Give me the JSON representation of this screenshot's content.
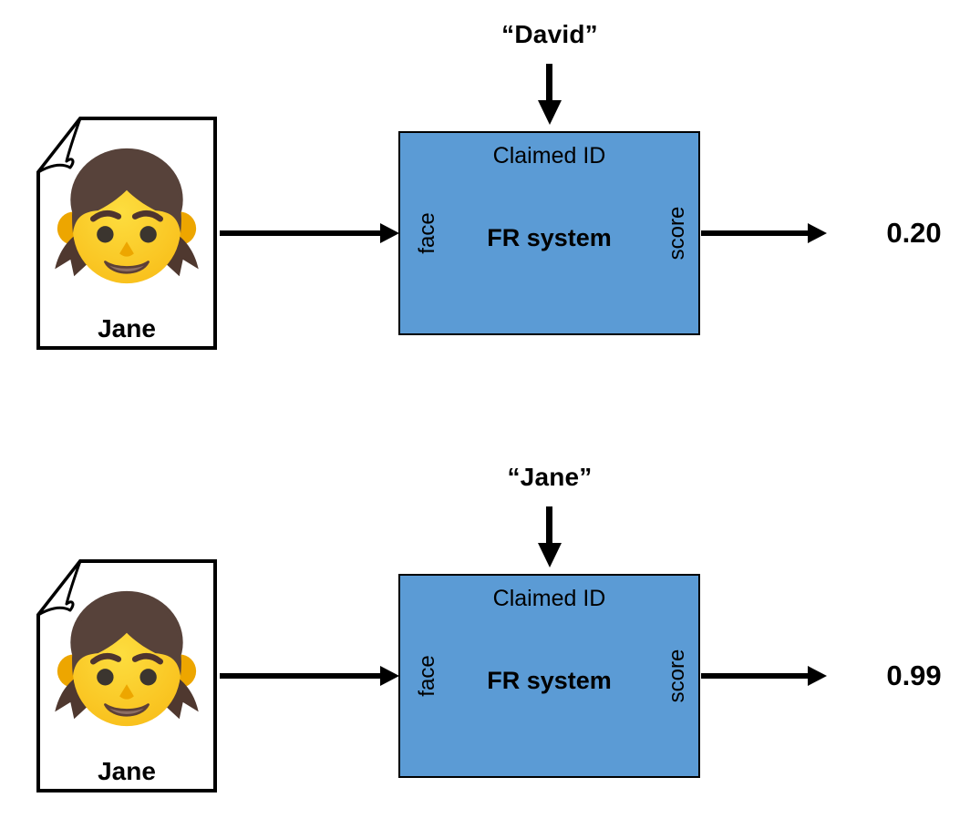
{
  "rows": [
    {
      "claimed_id": "“David”",
      "photo_label": "Jane",
      "box": {
        "top_label": "Claimed ID",
        "center_label": "FR system",
        "input_label": "face",
        "output_label": "score"
      },
      "score": "0.20"
    },
    {
      "claimed_id": "“Jane”",
      "photo_label": "Jane",
      "box": {
        "top_label": "Claimed ID",
        "center_label": "FR system",
        "input_label": "face",
        "output_label": "score"
      },
      "score": "0.99"
    }
  ],
  "icons": {
    "photo": "girl-emoji-icon",
    "document": "document-folded-corner-icon",
    "arrows": "black-arrow"
  },
  "colors": {
    "box_fill": "#5B9BD5",
    "box_border": "#000000",
    "arrow": "#000000",
    "background": "#FFFFFF"
  }
}
